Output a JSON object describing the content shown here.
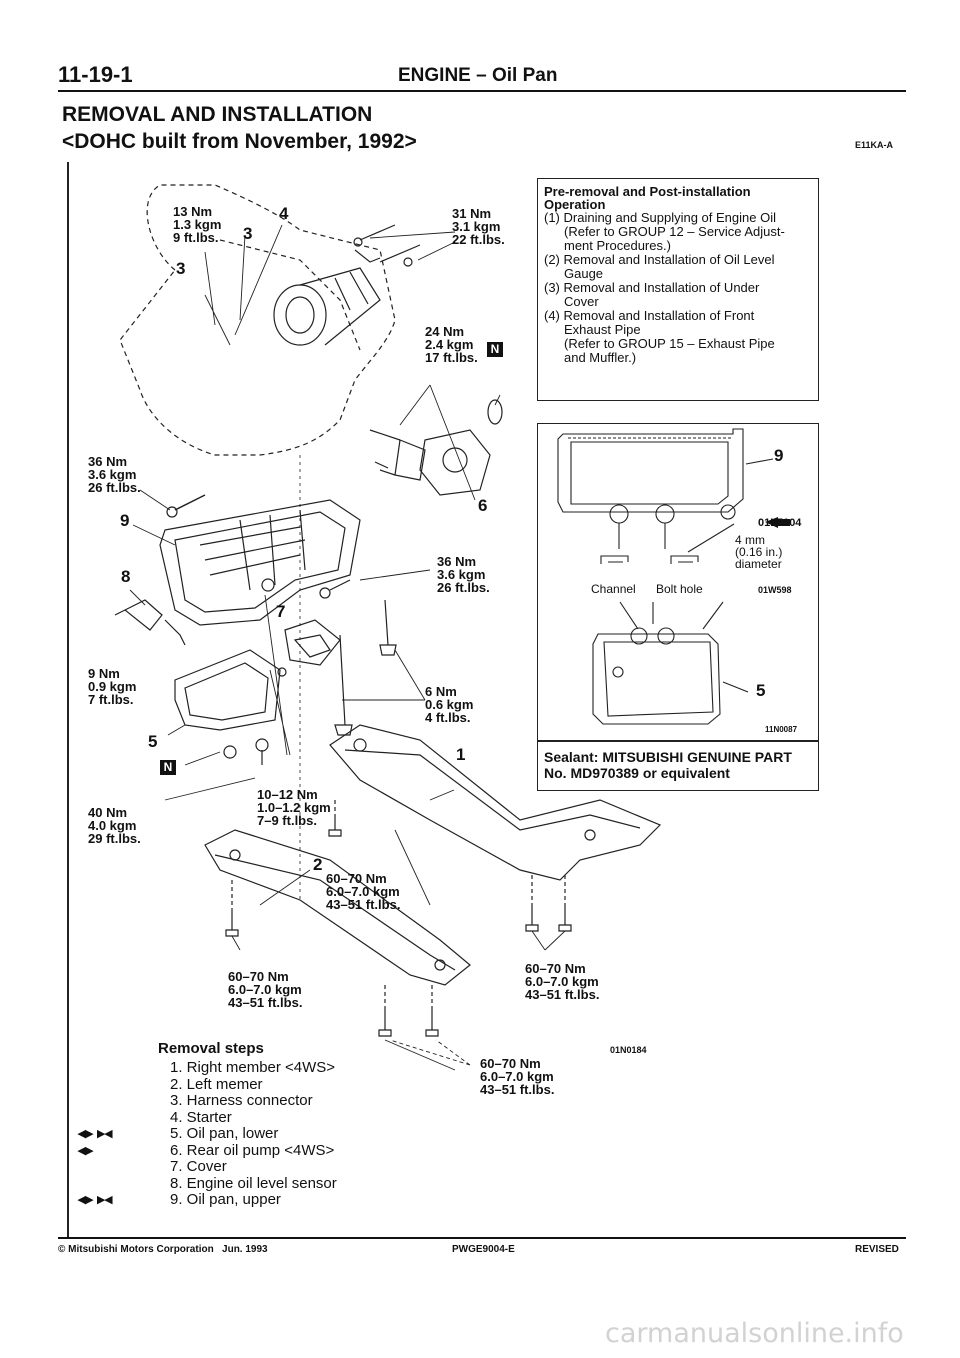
{
  "header": {
    "page_number": "11-19-1",
    "section": "ENGINE – Oil Pan",
    "title": "REMOVAL AND INSTALLATION",
    "subtitle": "<DOHC built from November, 1992>",
    "code": "E11KA-A"
  },
  "torques": {
    "t13": [
      "13 Nm",
      "1.3 kgm",
      "9 ft.lbs."
    ],
    "t31": [
      "31 Nm",
      "3.1 kgm",
      "22 ft.lbs."
    ],
    "t24": [
      "24 Nm",
      "2.4 kgm",
      "17 ft.lbs."
    ],
    "t36a": [
      "36 Nm",
      "3.6 kgm",
      "26 ft.lbs."
    ],
    "t36b": [
      "36 Nm",
      "3.6 kgm",
      "26 ft.lbs."
    ],
    "t9": [
      "9 Nm",
      "0.9 kgm",
      "7 ft.lbs."
    ],
    "t6": [
      "6 Nm",
      "0.6 kgm",
      "4 ft.lbs."
    ],
    "t40": [
      "40 Nm",
      "4.0 kgm",
      "29 ft.lbs."
    ],
    "t10": [
      "10–12 Nm",
      "1.0–1.2 kgm",
      "7–9 ft.lbs."
    ],
    "t60a": [
      "60–70 Nm",
      "6.0–7.0 kgm",
      "43–51 ft.lbs."
    ],
    "t60b": [
      "60–70 Nm",
      "6.0–7.0 kgm",
      "43–51 ft.lbs."
    ],
    "t60c": [
      "60–70 Nm",
      "6.0–7.0 kgm",
      "43–51 ft.lbs."
    ],
    "t60d": [
      "60–70 Nm",
      "6.0–7.0 kgm",
      "43–51 ft.lbs."
    ]
  },
  "callouts": {
    "n1": "1",
    "n2": "2",
    "n3a": "3",
    "n3b": "3",
    "n4": "4",
    "n5": "5",
    "n6": "6",
    "n7": "7",
    "n8": "8",
    "n9": "9",
    "n_box9": "9",
    "n_box5": "5",
    "n_icon": "N"
  },
  "figure_code": "01N0184",
  "pre_removal": {
    "title": "Pre-removal and Post-installation Operation",
    "items": [
      "(1) Draining and Supplying of Engine Oil",
      "(Refer to GROUP 12 – Service Adjust-",
      "ment Procedures.)",
      "(2) Removal and Installation of Oil Level",
      "Gauge",
      "(3) Removal and Installation of Under",
      "Cover",
      "(4) Removal and Installation of Front",
      "Exhaust Pipe",
      "(Refer to GROUP 15 – Exhaust Pipe",
      "and Muffler.)"
    ]
  },
  "sealant_box": {
    "code1": "01L5004",
    "diameter": [
      "4 mm",
      "(0.16 in.)",
      "diameter"
    ],
    "channel": "Channel",
    "bolt_hole": "Bolt hole",
    "code2": "01W598",
    "code3": "11N0087",
    "sealant": "Sealant: MITSUBISHI GENUINE PART No. MD970389 or equivalent"
  },
  "removal_steps": {
    "title": "Removal steps",
    "steps": [
      {
        "marks": "",
        "text": "1. Right member <4WS>"
      },
      {
        "marks": "",
        "text": "2. Left memer"
      },
      {
        "marks": "",
        "text": "3. Harness connector"
      },
      {
        "marks": "",
        "text": "4. Starter"
      },
      {
        "marks": "◂▸ ▸◂",
        "text": "5. Oil pan, lower"
      },
      {
        "marks": "◂▸",
        "text": "6. Rear oil pump <4WS>"
      },
      {
        "marks": "",
        "text": "7. Cover"
      },
      {
        "marks": "",
        "text": "8. Engine oil level sensor"
      },
      {
        "marks": "◂▸ ▸◂",
        "text": "9. Oil pan, upper"
      }
    ]
  },
  "footer": {
    "copyright": "© Mitsubishi Motors Corporation   Jun. 1993",
    "doc_code": "PWGE9004-E",
    "status": "REVISED"
  },
  "watermark": "carmanualsonline.info"
}
